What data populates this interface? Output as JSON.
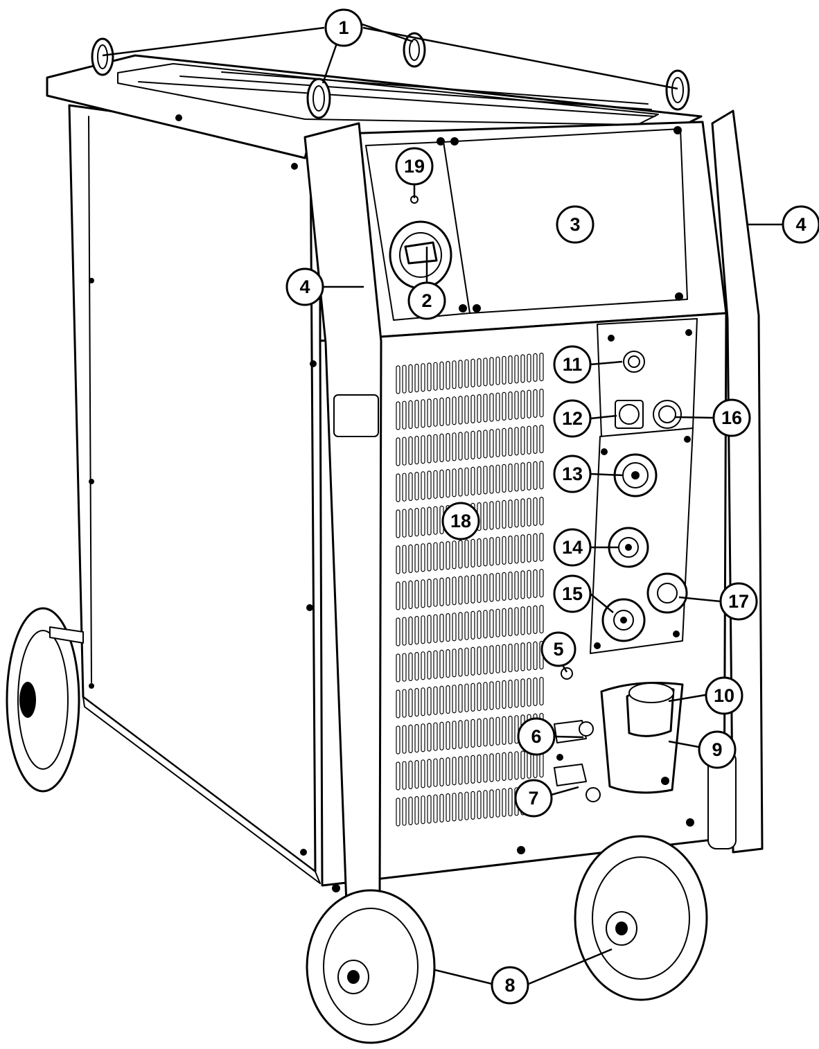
{
  "callouts": [
    {
      "id": "1",
      "label": "1"
    },
    {
      "id": "2",
      "label": "2"
    },
    {
      "id": "3",
      "label": "3"
    },
    {
      "id": "4a",
      "label": "4"
    },
    {
      "id": "4b",
      "label": "4"
    },
    {
      "id": "5",
      "label": "5"
    },
    {
      "id": "6",
      "label": "6"
    },
    {
      "id": "7",
      "label": "7"
    },
    {
      "id": "8",
      "label": "8"
    },
    {
      "id": "9",
      "label": "9"
    },
    {
      "id": "10",
      "label": "10"
    },
    {
      "id": "11",
      "label": "11"
    },
    {
      "id": "12",
      "label": "12"
    },
    {
      "id": "13",
      "label": "13"
    },
    {
      "id": "14",
      "label": "14"
    },
    {
      "id": "15",
      "label": "15"
    },
    {
      "id": "16",
      "label": "16"
    },
    {
      "id": "17",
      "label": "17"
    },
    {
      "id": "18",
      "label": "18"
    },
    {
      "id": "19",
      "label": "19"
    }
  ]
}
